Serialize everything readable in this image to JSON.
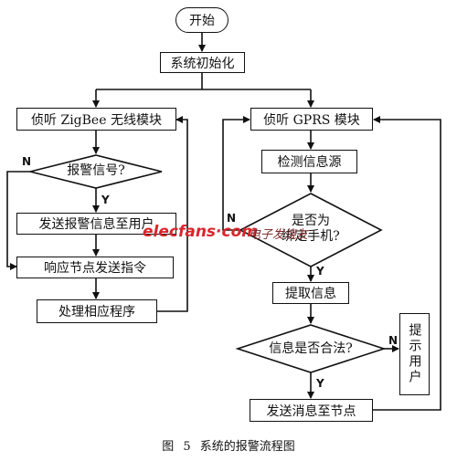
{
  "flowchart": {
    "nodes": {
      "start": "开始",
      "init": "系统初始化",
      "listen_zigbee": "侦听 ZigBee 无线模块",
      "alarm_signal": "报警信号?",
      "send_alarm": "发送报警信息至用户",
      "respond": "响应节点发送指令",
      "process": "处理相应程序",
      "listen_gprs": "侦听 GPRS 模块",
      "detect_source": "检测信息源",
      "is_bound_line1": "是否为",
      "is_bound_line2": "绑定手机?",
      "extract": "提取信息",
      "is_legal": "信息是否合法?",
      "send_node": "发送消息至节点",
      "prompt_user": "提示用户"
    },
    "branch_labels": {
      "yes": "Y",
      "no": "N"
    }
  },
  "caption": "图 5  系统的报警流程图",
  "watermark": {
    "site": "elecfans·com",
    "text": "电子发烧友",
    "color": "#d7262c"
  }
}
